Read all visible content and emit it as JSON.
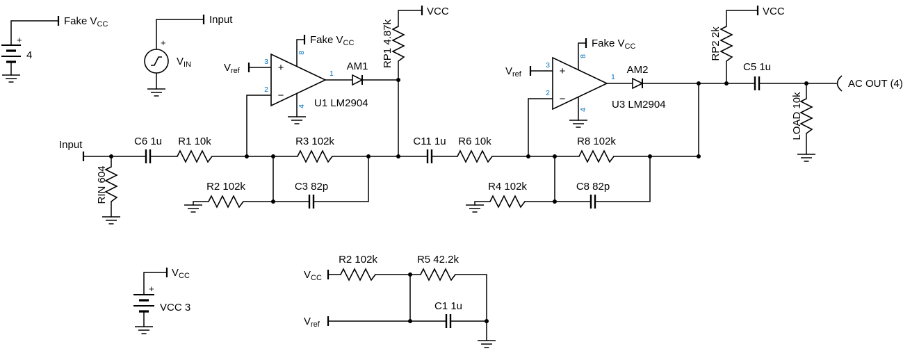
{
  "colors": {
    "wire": "#000000",
    "text": "#000000",
    "pin": "#0070C0",
    "background": "#ffffff"
  },
  "sources": {
    "fake_vcc_battery": {
      "plus": "+",
      "value": "4",
      "terminal_main": "Fake V",
      "terminal_sub": "CC"
    },
    "vin": {
      "plus": "+",
      "name_main": "V",
      "name_sub": "IN",
      "terminal": "Input"
    },
    "vcc_battery": {
      "plus": "+",
      "value": "VCC 3",
      "terminal_main": "V",
      "terminal_sub": "CC"
    }
  },
  "stage1": {
    "input_label": "Input",
    "rin": "RIN 604",
    "c6": "C6 1u",
    "r1": "R1 10k",
    "r2": "R2 102k",
    "r3": "R3 102k",
    "c3": "C3 82p",
    "am1": "AM1",
    "rp1": "RP1 4.87k",
    "vcc": "VCC",
    "u1": {
      "name": "U1 LM2904",
      "plus": "+",
      "minus": "−",
      "vref_main": "V",
      "vref_sub": "ref",
      "power_main": "Fake V",
      "power_sub": "CC",
      "pin_in_plus": "3",
      "pin_in_minus": "2",
      "pin_out": "1",
      "pin_power": "8",
      "pin_gnd": "4"
    }
  },
  "coupling": {
    "c11": "C11 1u"
  },
  "stage2": {
    "r6": "R6 10k",
    "r4": "R4 102k",
    "r8": "R8 102k",
    "c8": "C8 82p",
    "am2": "AM2",
    "rp2": "RP2 2k",
    "vcc": "VCC",
    "c5": "C5 1u",
    "load": "LOAD 10k",
    "ac_out": "AC OUT (4)",
    "u3": {
      "name": "U3 LM2904",
      "plus": "+",
      "minus": "−",
      "vref_main": "V",
      "vref_sub": "ref",
      "power_main": "Fake V",
      "power_sub": "CC",
      "pin_in_plus": "3",
      "pin_in_minus": "2",
      "pin_out": "1",
      "pin_power": "8",
      "pin_gnd": "4"
    }
  },
  "vref_gen": {
    "vcc_main": "V",
    "vcc_sub": "CC",
    "vref_main": "V",
    "vref_sub": "ref",
    "r2": "R2 102k",
    "r5": "R5 42.2k",
    "c1": "C1 1u"
  }
}
